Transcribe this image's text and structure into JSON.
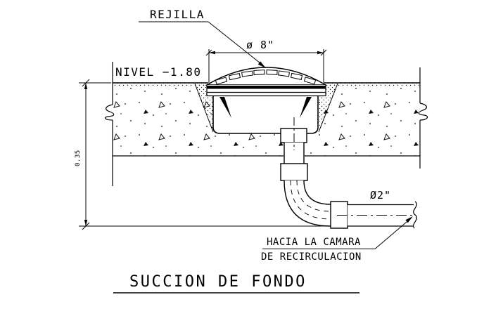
{
  "drawing": {
    "title": "SUCCION DE FONDO",
    "labels": {
      "grate": "REJILLA",
      "grate_diameter": "ø 8\"",
      "level": "NIVEL −1.80",
      "depth": "0.35",
      "pipe_diameter": "Ø2\"",
      "destination_line1": "HACIA LA CAMARA",
      "destination_line2": "DE RECIRCULACION"
    },
    "colors": {
      "line": "#000000",
      "depth_dim": "#00d9d9",
      "background": "#ffffff"
    }
  }
}
